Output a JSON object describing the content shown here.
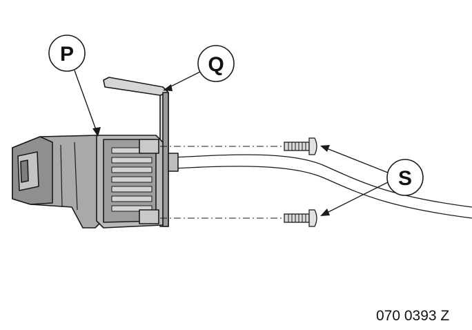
{
  "callouts": {
    "P": "P",
    "Q": "Q",
    "S": "S"
  },
  "figure_code": "070 0393 Z",
  "colors": {
    "line": "#1a1a1a",
    "connector_dark": "#8c8c8c",
    "connector_mid": "#a8a8a8",
    "connector_light": "#c9c9c9",
    "background": "#ffffff"
  }
}
